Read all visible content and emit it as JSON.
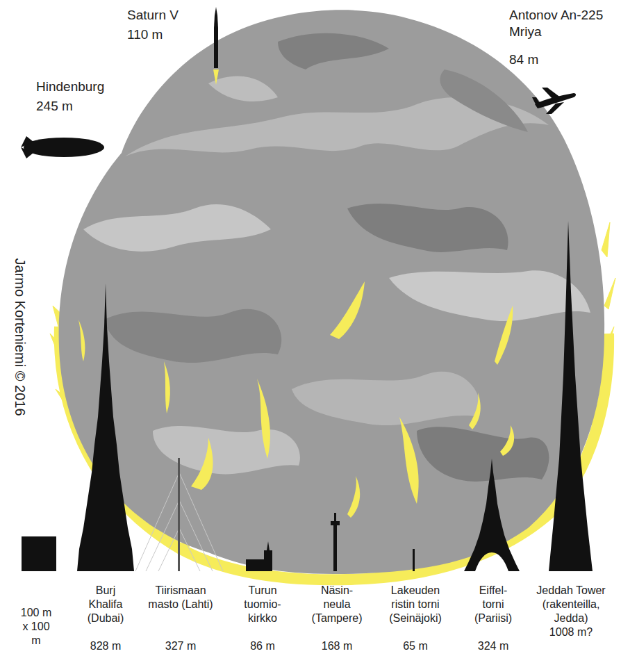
{
  "diagram": {
    "labels": [
      "Saturn V",
      "110 m",
      "Antonov An-225 Mriya",
      "84 m",
      "Hindenburg",
      "245 m",
      "Jarmo Korteniemi © 2016",
      "100 m x 100 m",
      "Burj Khalifa (Dubai)",
      "828 m",
      "Tiirismaan masto (Lahti)",
      "327 m",
      "Turun tuomio-kirkko",
      "86 m",
      "Näsin-neula (Tampere)",
      "168 m",
      "Lakeuden ristin torni (Seinäjoki)",
      "65 m",
      "Eiffel-torni (Pariisi)",
      "324 m",
      "Jeddah Tower (rakenteilla, Jedda)",
      "1008 m?"
    ]
  }
}
